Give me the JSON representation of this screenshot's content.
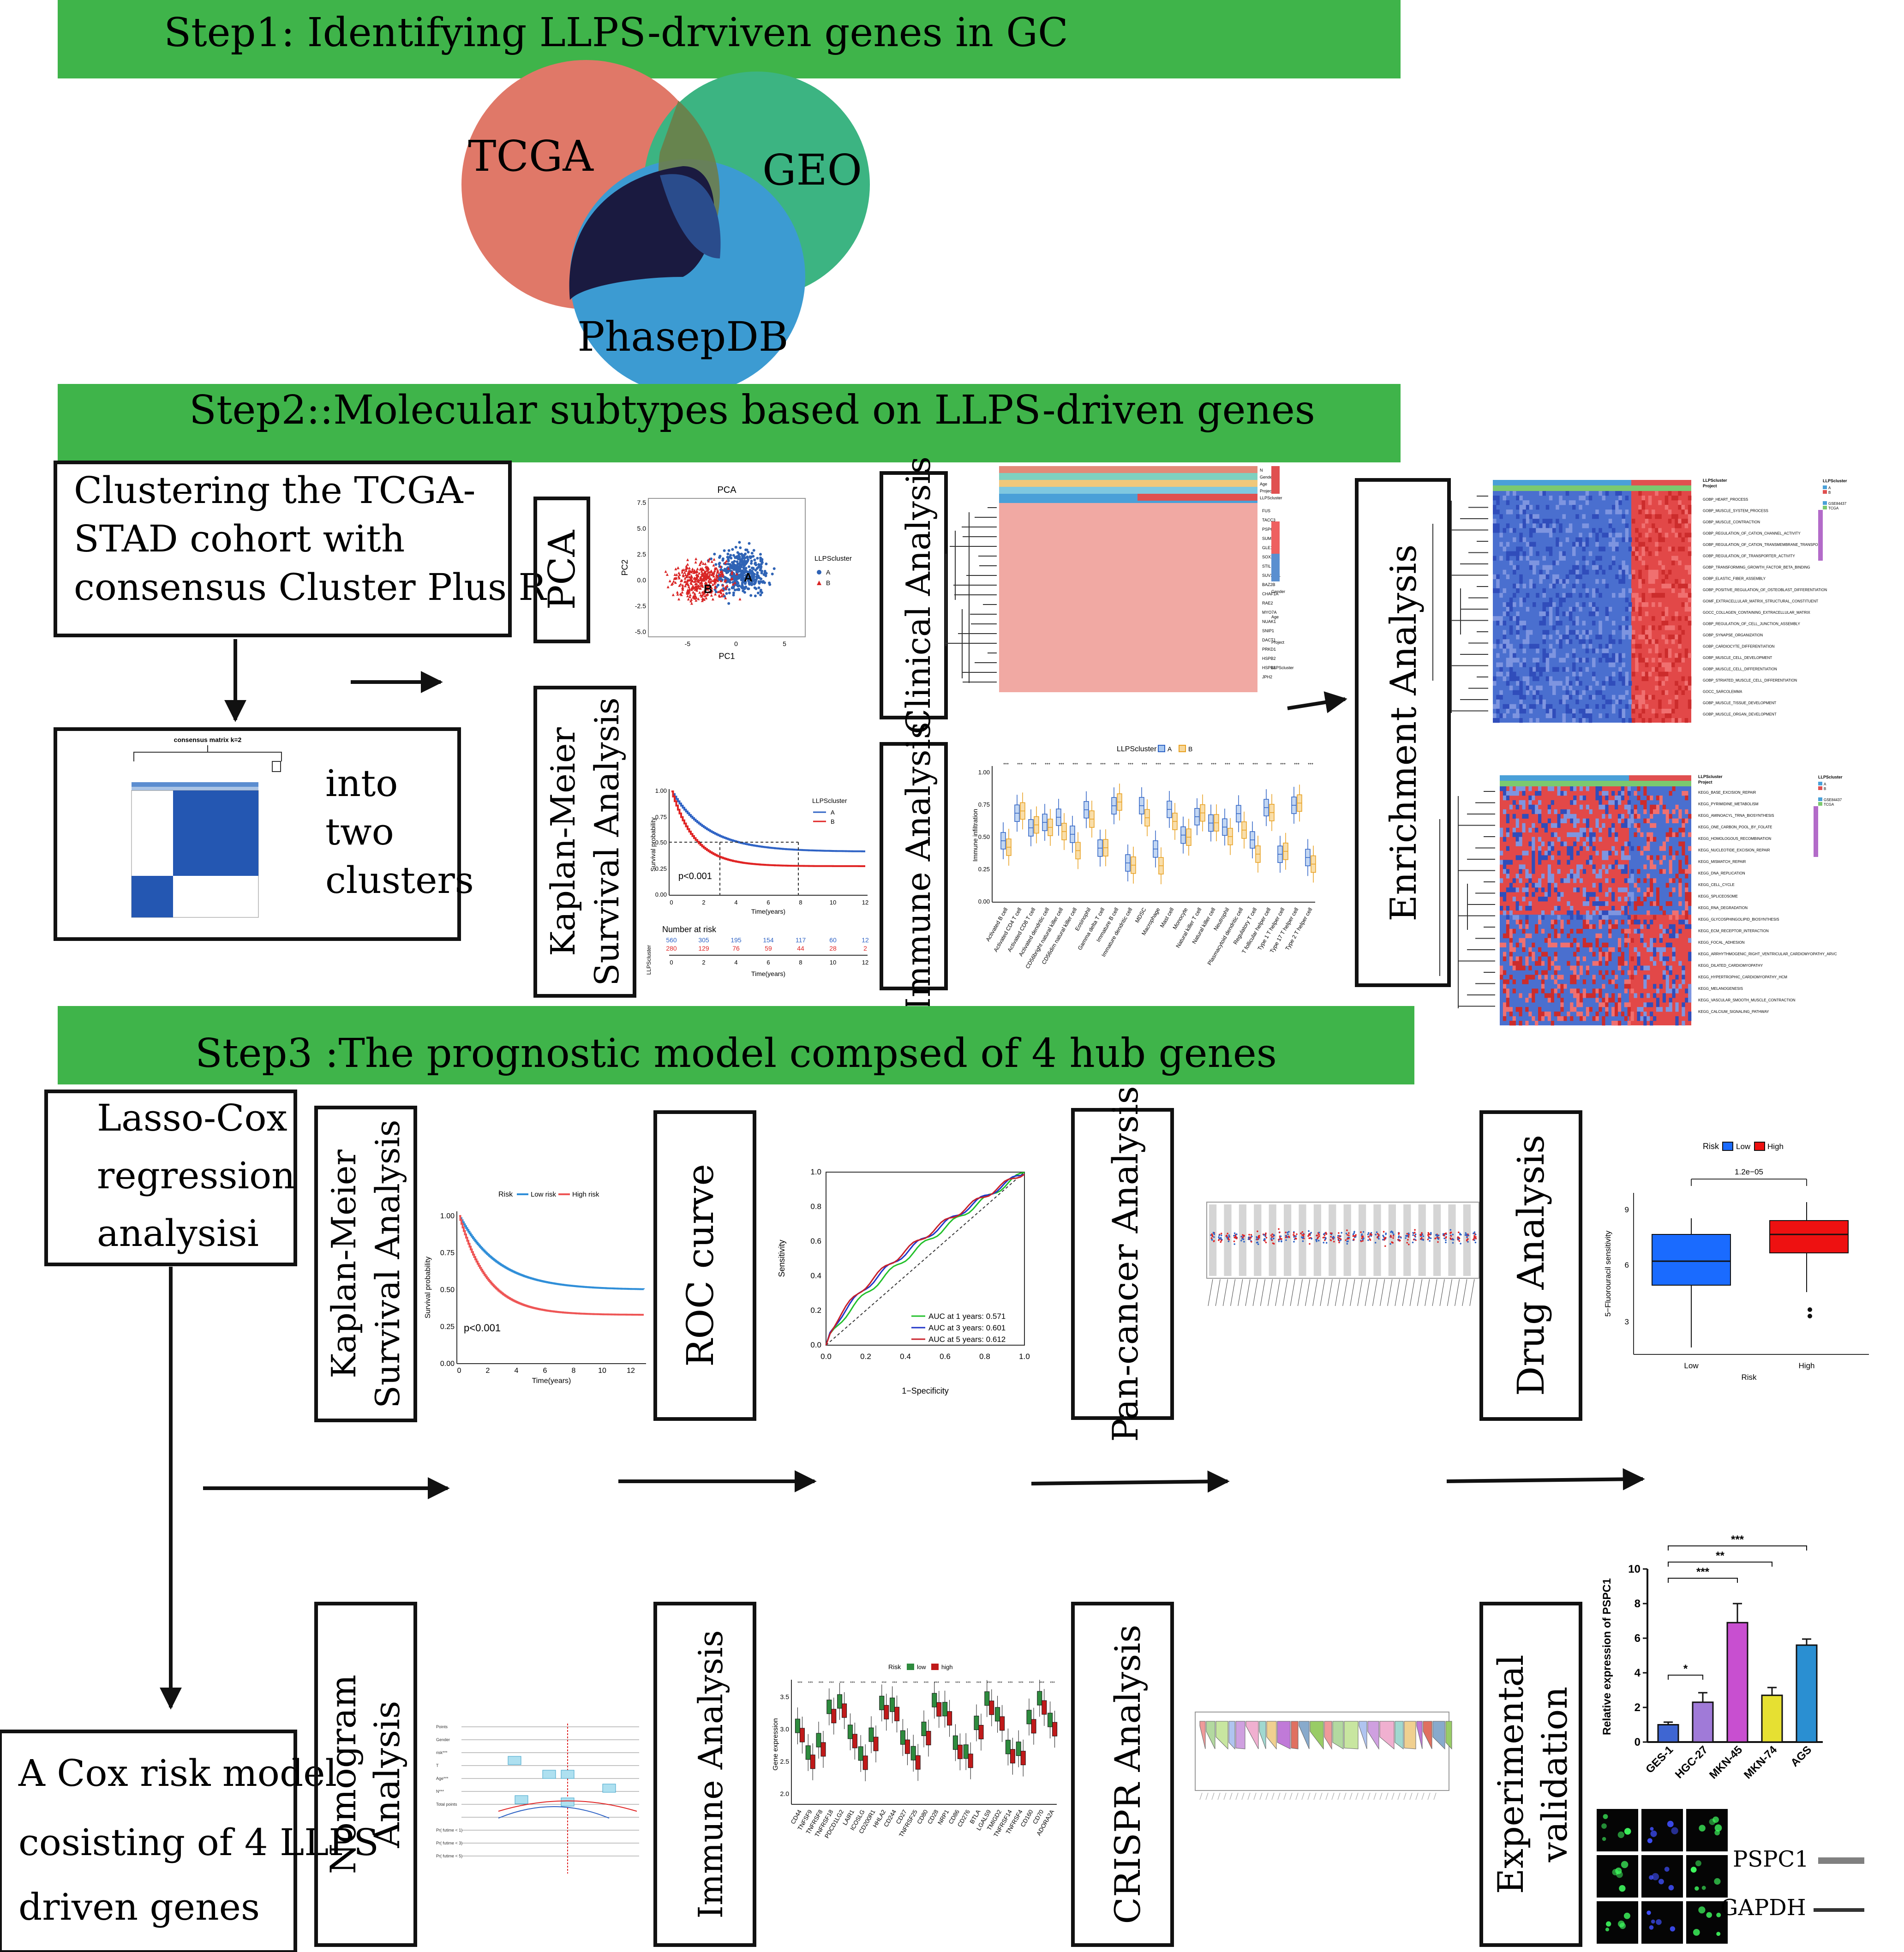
{
  "steps": {
    "step1": "Step1: Identifying LLPS-drviven genes in GC",
    "step2": "Step2::Molecular subtypes based on LLPS-driven genes",
    "step3": "Step3 :The prognostic model compsed of 4 hub genes"
  },
  "venn": {
    "tcga": "TCGA",
    "geo": "GEO",
    "phasepdb": "PhasepDB",
    "colors": {
      "tcga": "#e07868",
      "geo": "#3cb482",
      "phasepdb": "#3c9bd2",
      "core": "#1a1a40"
    }
  },
  "section2": {
    "clustering_lines": [
      "Clustering the TCGA-",
      "STAD cohort with",
      "consensus Cluster Plus R"
    ],
    "into_two_clusters": [
      "into",
      "two",
      "clusters"
    ],
    "consensus_title": "consensus matrix k=2",
    "pca_label": "PCA",
    "km_label_lines": [
      "Kaplan-Meier",
      "Survival Analysis"
    ],
    "clinical_label": "Clinical Analysis",
    "immune_label": "Immune Analysis",
    "enrichment_label": "Enrichment  Analysis"
  },
  "pca_plot": {
    "title": "PCA",
    "xlabel": "PC1",
    "ylabel": "PC2",
    "legend_title": "LLPScluster",
    "legend_items": [
      "A",
      "B"
    ],
    "cluster_labels": [
      "A",
      "B"
    ],
    "yticks": [
      "7.5",
      "5.0",
      "2.5",
      "0.0",
      "-2.5",
      "-5.0"
    ],
    "xticks": [
      "-5",
      "0",
      "5"
    ],
    "colors": {
      "A": "#2f63b5",
      "B": "#d92525"
    }
  },
  "km_plot_1": {
    "ylabel": "Survival probability",
    "xlabel": "Time(years)",
    "legend_title": "LLPScluster",
    "legend_items": [
      "A",
      "B"
    ],
    "pvalue": "p<0.001",
    "yticks": [
      "1.00",
      "0.75",
      "0.50",
      "0.25",
      "0.00"
    ],
    "xticks": [
      "0",
      "2",
      "4",
      "6",
      "8",
      "10",
      "12"
    ],
    "risk_table_title": "Number at risk",
    "risk_table_side": "LLPScluster",
    "risk_row_a": [
      "560",
      "305",
      "195",
      "154",
      "117",
      "60",
      "12"
    ],
    "risk_row_b": [
      "280",
      "129",
      "76",
      "59",
      "44",
      "28",
      "2"
    ]
  },
  "clinical_heatmap": {
    "annotation_rows": [
      "N",
      "Gender",
      "Age",
      "Project",
      "LLPScluster"
    ],
    "genes": [
      "FUS",
      "TACC3",
      "PSPC1",
      "SUMO1",
      "GLE1",
      "SOX2",
      "STIL",
      "SUV39H1",
      "BAZ2B",
      "CHAF1A",
      "RAE2",
      "MYO7A",
      "NUAK1",
      "SNIP1",
      "DACT1",
      "PRKD1",
      "HSPB2",
      "HSPB8",
      "JPH2"
    ],
    "legend_titles": [
      "Gender",
      "Age",
      "Project",
      "LLPScluster"
    ]
  },
  "immune_plot_1": {
    "legend_title": "LLPScluster",
    "legend_items": [
      "A",
      "B"
    ],
    "ylabel": "Immune infiltration",
    "yticks": [
      "1.00",
      "0.75",
      "0.50",
      "0.25",
      "0.00"
    ],
    "cells": [
      "Activated B cell",
      "Activated CD4 T cell",
      "Activated CD8 T cell",
      "Activated dendritic cell",
      "CD56bright natural killer cell",
      "CD56dim natural killer cell",
      "Eosinophil",
      "Gamma delta T cell",
      "Immature B cell",
      "Immature dendritic cell",
      "MDSC",
      "Macrophage",
      "Mast cell",
      "Monocyte",
      "Natural killer T cell",
      "Natural killer cell",
      "Neutrophil",
      "Plasmacytoid dendritic cell",
      "Regulatory T cell",
      "T follicular helper cell",
      "Type 1 T helper cell",
      "Type 17 T helper cell",
      "Type 2 T helper cell"
    ]
  },
  "enrichment_heatmap_top": {
    "annotation_rows": [
      "LLPScluster",
      "Project"
    ],
    "legend_items": [
      "A",
      "B",
      "GSE84437",
      "TCGA"
    ],
    "terms": [
      "GOBP_HEART_PROCESS",
      "GOBP_MUSCLE_SYSTEM_PROCESS",
      "GOBP_MUSCLE_CONTRACTION",
      "GOBP_REGULATION_OF_CATION_CHANNEL_ACTIVITY",
      "GOBP_REGULATION_OF_CATION_TRANSMEMBRANE_TRANSPORT",
      "GOBP_REGULATION_OF_TRANSPORTER_ACTIVITY",
      "GOBP_TRANSFORMING_GROWTH_FACTOR_BETA_BINDING",
      "GOBP_ELASTIC_FIBER_ASSEMBLY",
      "GOBP_POSITIVE_REGULATION_OF_OSTEOBLAST_DIFFERENTIATION",
      "GOMF_EXTRACELLULAR_MATRIX_STRUCTURAL_CONSTITUENT",
      "GOCC_COLLAGEN_CONTAINING_EXTRACELLULAR_MATRIX",
      "GOBP_REGULATION_OF_CELL_JUNCTION_ASSEMBLY",
      "GOBP_SYNAPSE_ORGANIZATION",
      "GOBP_CARDIOCYTE_DIFFERENTIATION",
      "GOBP_MUSCLE_CELL_DEVELOPMENT",
      "GOBP_MUSCLE_CELL_DIFFERENTIATION",
      "GOBP_STRIATED_MUSCLE_CELL_DIFFERENTIATION",
      "GOCC_SARCOLEMMA",
      "GOBP_MUSCLE_TISSUE_DEVELOPMENT",
      "GOBP_MUSCLE_ORGAN_DEVELOPMENT"
    ]
  },
  "enrichment_heatmap_bottom": {
    "annotation_rows": [
      "LLPScluster",
      "Project"
    ],
    "legend_items": [
      "A",
      "B",
      "GSE84437",
      "TCGA"
    ],
    "terms": [
      "KEGG_BASE_EXCISION_REPAIR",
      "KEGG_PYRIMIDINE_METABOLISM",
      "KEGG_AMINOACYL_TRNA_BIOSYNTHESIS",
      "KEGG_ONE_CARBON_POOL_BY_FOLATE",
      "KEGG_HOMOLOGOUS_RECOMBINATION",
      "KEGG_NUCLEOTIDE_EXCISION_REPAIR",
      "KEGG_MISMATCH_REPAIR",
      "KEGG_DNA_REPLICATION",
      "KEGG_CELL_CYCLE",
      "KEGG_SPLICEOSOME",
      "KEGG_RNA_DEGRADATION",
      "KEGG_GLYCOSPHINGOLIPID_BIOSYNTHESIS",
      "KEGG_ECM_RECEPTOR_INTERACTION",
      "KEGG_FOCAL_ADHESION",
      "KEGG_ARRHYTHMOGENIC_RIGHT_VENTRICULAR_CARDIOMYOPATHY_ARVC",
      "KEGG_DILATED_CARDIOMYOPATHY",
      "KEGG_HYPERTROPHIC_CARDIOMYOPATHY_HCM",
      "KEGG_MELANOGENESIS",
      "KEGG_VASCULAR_SMOOTH_MUSCLE_CONTRACTION",
      "KEGG_CALCIUM_SIGNALING_PATHWAY"
    ]
  },
  "section3": {
    "lasso_lines": [
      "Lasso-Cox",
      "regression",
      "analysisi"
    ],
    "cox_model_lines": [
      "A Cox risk model",
      "cosisting of 4 LLPS",
      "driven genes"
    ],
    "km_label_lines": [
      "Kaplan-Meier",
      "Survival Analysis"
    ],
    "roc_label": "ROC curve",
    "pancancer_label": "Pan-cancer  Analysis",
    "drug_label": "Drug  Analysis",
    "nomogram_label_lines": [
      "Nomogram",
      "Analysis"
    ],
    "immune_label": "Immune Analysis",
    "crispr_label": "CRISPR  Analysis",
    "experimental_label_lines": [
      "Experimental",
      "validation"
    ]
  },
  "km_plot_2": {
    "legend_title": "Risk",
    "legend_items": [
      "Low risk",
      "High risk"
    ],
    "ylabel": "Survival probability",
    "xlabel": "Time(years)",
    "pvalue": "p<0.001",
    "yticks": [
      "1.00",
      "0.75",
      "0.50",
      "0.25",
      "0.00"
    ],
    "xticks": [
      "0",
      "2",
      "4",
      "6",
      "8",
      "10",
      "12"
    ]
  },
  "roc_plot": {
    "xlabel": "1−Specificity",
    "ylabel": "Sensitivity",
    "ticks": [
      "0.0",
      "0.2",
      "0.4",
      "0.6",
      "0.8",
      "1.0"
    ],
    "legend": [
      "AUC at 1 years: 0.571",
      "AUC at 3 years: 0.601",
      "AUC at 5 years: 0.612"
    ],
    "colors": [
      "#22c02a",
      "#2035c8",
      "#c8202a"
    ]
  },
  "drug_plot": {
    "legend_title": "Risk",
    "legend_items": [
      "Low",
      "High"
    ],
    "pvalue": "1.2e−05",
    "ylabel": "5−Fluorouracil sensitivity",
    "xlabel": "Risk",
    "categories": [
      "Low",
      "High"
    ],
    "yticks": [
      "9",
      "6",
      "3"
    ],
    "colors": {
      "Low": "#1a6bff",
      "High": "#ee1111"
    }
  },
  "immune_plot_2": {
    "legend_title": "Risk",
    "legend_items": [
      "low",
      "high"
    ],
    "ylabel": "Gene expression",
    "yticks": [
      "3.5",
      "3.0",
      "2.5",
      "2.0"
    ],
    "genes": [
      "CD44",
      "TNFSF9",
      "TNFRSF8",
      "TNFRSF18",
      "PDCD1LG2",
      "LAIR1",
      "ICOSLG",
      "CD200R1",
      "HHLA2",
      "CD244",
      "CD27",
      "TNFRSF25",
      "CD80",
      "CD28",
      "NRP1",
      "CD86",
      "CD276",
      "BTLA",
      "LGALS9",
      "TMIGD2",
      "TNFRSF14",
      "TNFRSF4",
      "CD160",
      "CD70",
      "ADORA2A"
    ]
  },
  "experiment_bar": {
    "type": "bar",
    "ylabel": "Relative expression of PSPC1",
    "categories": [
      "GES-1",
      "HGC-27",
      "MKN-45",
      "MKN-74",
      "AGS"
    ],
    "values": [
      1.0,
      2.3,
      6.9,
      2.7,
      5.6
    ],
    "errors": [
      0.15,
      0.55,
      1.1,
      0.45,
      0.35
    ],
    "ylim": [
      0,
      10
    ],
    "yticks": [
      "0",
      "2",
      "4",
      "6",
      "8",
      "10"
    ],
    "colors": [
      "#3f66d2",
      "#a07ad8",
      "#c84fd0",
      "#e6e032",
      "#2a8fd2"
    ],
    "significance": [
      "*",
      "***",
      "**",
      "***"
    ]
  },
  "western_blot": {
    "labels": [
      "PSPC1",
      "GAPDH"
    ]
  }
}
